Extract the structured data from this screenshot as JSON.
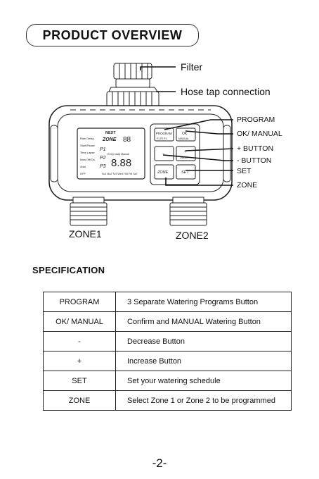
{
  "header": {
    "title": "PRODUCT OVERVIEW"
  },
  "diagram": {
    "callouts": {
      "filter": "Filter",
      "hose": "Hose tap connection",
      "program": "PROGRAM",
      "ok_manual": "OK/ MANUAL",
      "plus": "+ BUTTON",
      "minus": "- BUTTON",
      "set": "SET",
      "zone": "ZONE"
    },
    "zones": {
      "zone1": "ZONE1",
      "zone2": "ZONE2"
    },
    "lcd": {
      "mode_labels": [
        "Rain Delay",
        "Start/Pause",
        "Time Lapse",
        "Now Off/On",
        "Auto",
        "OFF"
      ],
      "next": "NEXT",
      "zone": "ZONE",
      "p1": "P1",
      "p2": "P2",
      "p3": "P3",
      "digits_top": "88",
      "digits_bottom": "8.88",
      "freq": "Every Daily Manual",
      "days": "Su1 Mo2 Tu3 We4 Th5 Fr6 Sa7"
    },
    "buttons": {
      "program": "PROGRAM",
      "program_sub": "P1 P2 P3",
      "ok": "OK",
      "manual": "MANUAL",
      "minus": "−",
      "plus": "+",
      "delay": "DELAY",
      "zone": "ZONE",
      "set": "SET"
    }
  },
  "specification": {
    "heading": "SPECIFICATION",
    "rows": [
      {
        "key": "PROGRAM",
        "desc": "3 Separate Watering Programs Button"
      },
      {
        "key": "OK/ MANUAL",
        "desc": "Confirm and MANUAL Watering Button"
      },
      {
        "key": "-",
        "desc": "Decrease Button"
      },
      {
        "key": "+",
        "desc": "Increase Button"
      },
      {
        "key": "SET",
        "desc": "Set your watering schedule"
      },
      {
        "key": "ZONE",
        "desc": "Select Zone 1 or Zone 2 to be programmed"
      }
    ]
  },
  "footer": {
    "page": "-2-"
  }
}
